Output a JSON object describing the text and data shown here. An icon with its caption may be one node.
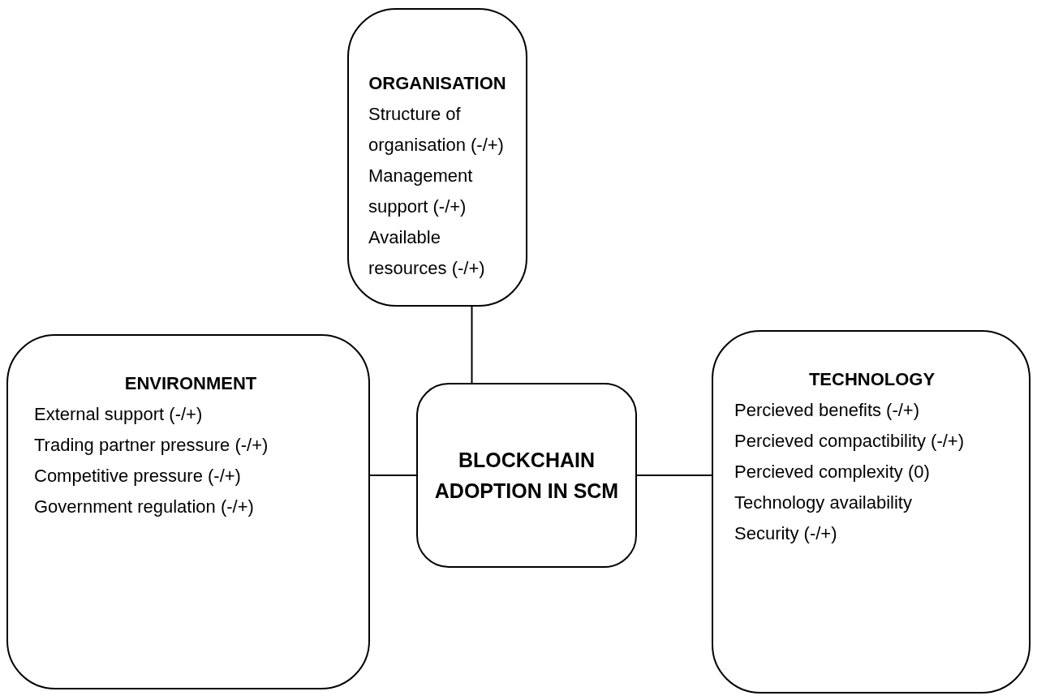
{
  "diagram": {
    "nodes": [
      {
        "text": [
          "ORGANISATION",
          "Structure of organisation (-/+)",
          "Management support (-/+)",
          "Available resources (-/+)"
        ]
      },
      {
        "text": [
          "ENVIRONMENT",
          "External support (-/+)",
          "Trading partner pressure (-/+)",
          "Competitive pressure (-/+)",
          "Government regulation (-/+)"
        ]
      },
      {
        "text": [
          "BLOCKCHAIN ADOPTION IN SCM"
        ]
      },
      {
        "text": [
          "TECHNOLOGY",
          "Percieved benefits (-/+)",
          "Percieved compactibility (-/+)",
          "Percieved complexity (0)",
          "Technology availability",
          "Security (-/+)"
        ]
      }
    ],
    "edges": [
      {
        "from": 0,
        "to": 2,
        "arrow": "none"
      },
      {
        "from": 1,
        "to": 2,
        "arrow": "none"
      },
      {
        "from": 2,
        "to": 3,
        "arrow": "none"
      }
    ]
  }
}
